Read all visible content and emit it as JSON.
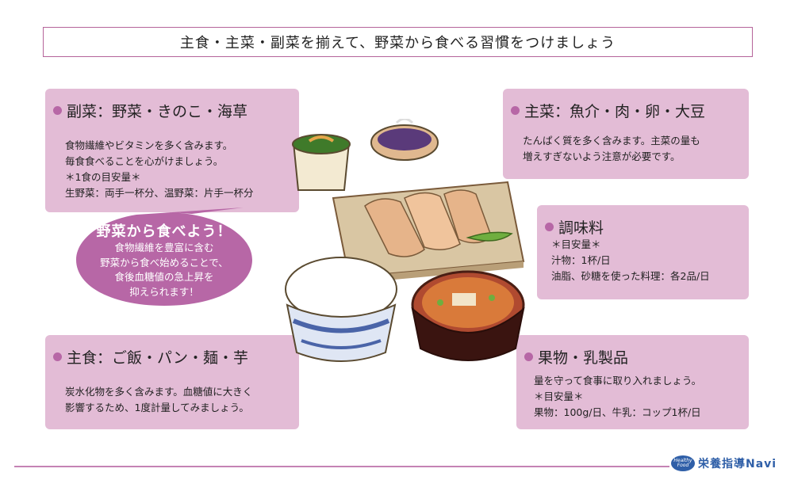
{
  "title": "主食・主菜・副菜を揃えて、野菜から食べる習慣をつけましょう",
  "cards": {
    "fukusai": {
      "heading": "副菜：野菜・きのこ・海草",
      "lines": [
        "食物繊維やビタミンを多く含みます。",
        "毎食食べることを心がけましょう。",
        "＊1食の目安量＊",
        "生野菜：両手一杯分、温野菜：片手一杯分"
      ]
    },
    "shusai": {
      "heading": "主菜：魚介・肉・卵・大豆",
      "lines": [
        "たんぱく質を多く含みます。主菜の量も",
        "増えすぎないよう注意が必要です。"
      ]
    },
    "chomi": {
      "heading": "調味料",
      "lines": [
        "＊目安量＊",
        "汁物：1杯/日",
        "油脂、砂糖を使った料理：各2品/日"
      ]
    },
    "shushoku": {
      "heading": "主食：ご飯・パン・麺・芋",
      "lines": [
        "炭水化物を多く含みます。血糖値に大きく",
        "影響するため、1度計量してみましょう。"
      ]
    },
    "kabutsu": {
      "heading": "果物・乳製品",
      "lines": [
        "量を守って食事に取り入れましょう。",
        "＊目安量＊",
        "果物：100g/日、牛乳：コップ1杯/日"
      ]
    }
  },
  "bubble": {
    "title": "野菜から食べよう！",
    "lines": [
      "食物繊維を豊富に含む",
      "野菜から食べ始めることで、",
      "食後血糖値の急上昇を",
      "抑えられます！"
    ]
  },
  "logo": {
    "badge": "Healthy Food",
    "text": "栄養指導Navi"
  },
  "colors": {
    "card_bg": "#e3bcd6",
    "dot": "#b767a6",
    "bubble": "#b767a6",
    "title_border": "#b5649a",
    "logo_blue": "#2f5fa8"
  }
}
